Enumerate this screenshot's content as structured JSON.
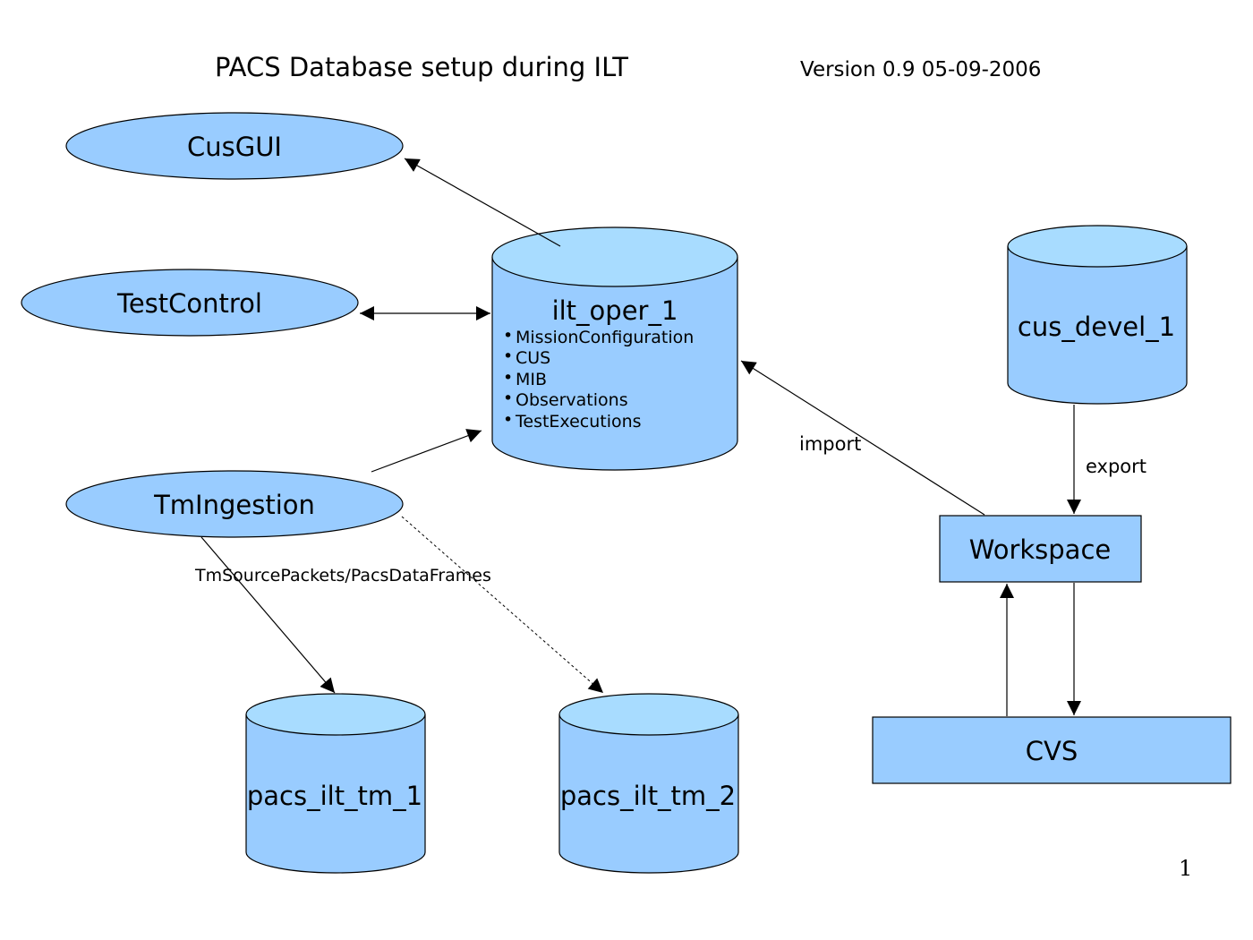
{
  "title": "PACS Database setup during ILT",
  "version": "Version 0.9  05-09-2006",
  "page_number": "1",
  "colors": {
    "fill": "#99ccff",
    "top_fill": "#a8dcff",
    "stroke": "#000000"
  },
  "ellipses": {
    "cusgui": "CusGUI",
    "testcontrol": "TestControl",
    "tmingestion": "TmIngestion"
  },
  "databases": {
    "ilt_oper": {
      "label": "ilt_oper_1",
      "items": [
        "MissionConfiguration",
        "CUS",
        "MIB",
        "Observations",
        "TestExecutions"
      ]
    },
    "cus_devel": {
      "label": "cus_devel_1"
    },
    "pacs_tm_1": {
      "label": "pacs_ilt_tm_1"
    },
    "pacs_tm_2": {
      "label": "pacs_ilt_tm_2"
    }
  },
  "boxes": {
    "workspace": "Workspace",
    "cvs": "CVS"
  },
  "edge_labels": {
    "import": "import",
    "export": "export",
    "tm_packets": "TmSourcePackets/PacsDataFrames"
  }
}
